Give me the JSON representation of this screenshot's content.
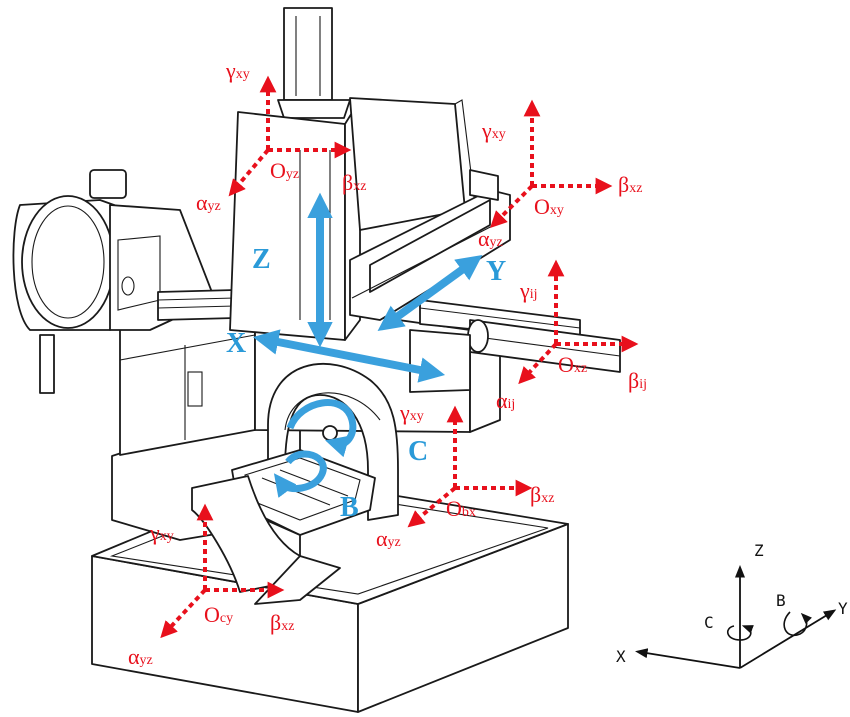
{
  "colors": {
    "error_axes": "#e8101c",
    "motion_axes": "#3aa0dd",
    "outline": "#1a1a1a"
  },
  "motion_axes": {
    "z": "Z",
    "x": "X",
    "y": "Y",
    "c": "C",
    "b": "B"
  },
  "frames": [
    {
      "id": "yz",
      "origin": "O",
      "origin_sub": "yz",
      "gamma": "γ",
      "gamma_sub": "xy",
      "beta": "β",
      "beta_sub": "xz",
      "alpha": "α",
      "alpha_sub": "yz"
    },
    {
      "id": "xy",
      "origin": "O",
      "origin_sub": "xy",
      "gamma": "γ",
      "gamma_sub": "xy",
      "beta": "β",
      "beta_sub": "xz",
      "alpha": "α",
      "alpha_sub": "yz"
    },
    {
      "id": "xz",
      "origin": "O",
      "origin_sub": "xz",
      "gamma": "γ",
      "gamma_sub": "ij",
      "beta": "β",
      "beta_sub": "ij",
      "alpha": "α",
      "alpha_sub": "ij"
    },
    {
      "id": "bx",
      "origin": "O",
      "origin_sub": "bx",
      "gamma": "γ",
      "gamma_sub": "xy",
      "beta": "β",
      "beta_sub": "xz",
      "alpha": "α",
      "alpha_sub": "yz"
    },
    {
      "id": "cy",
      "origin": "O",
      "origin_sub": "cy",
      "gamma": "γ",
      "gamma_sub": "xy",
      "beta": "β",
      "beta_sub": "xz",
      "alpha": "α",
      "alpha_sub": "yz"
    }
  ],
  "reference_triad": {
    "z": "Z",
    "x": "X",
    "y": "Y",
    "c": "C",
    "b": "B"
  }
}
